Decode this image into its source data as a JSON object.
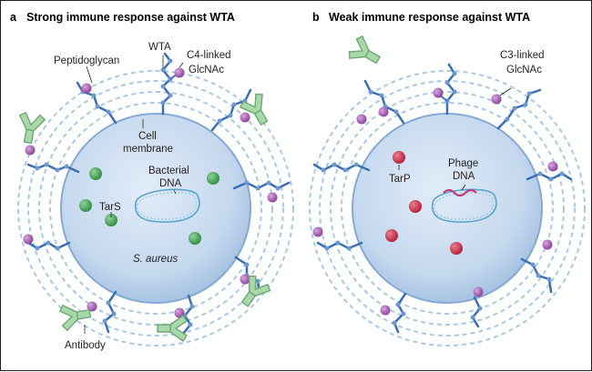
{
  "panel_a": {
    "letter": "a",
    "title": "Strong immune response against WTA",
    "labels": {
      "wta": "WTA",
      "linked_line1": "C4-linked",
      "linked_line2": "GlcNAc",
      "peptidoglycan": "Peptidoglycan",
      "cell_line1": "Cell",
      "cell_line2": "membrane",
      "dna_line1": "Bacterial",
      "dna_line2": "DNA",
      "enzyme": "TarS",
      "species": "S. aureus",
      "antibody": "Antibody"
    }
  },
  "panel_b": {
    "letter": "b",
    "title": "Weak immune response against WTA",
    "labels": {
      "linked_line1": "C3-linked",
      "linked_line2": "GlcNAc",
      "enzyme": "TarP",
      "dna_line1": "Phage",
      "dna_line2": "DNA"
    }
  },
  "colors": {
    "cell_fill": "#bdd3ec",
    "wall_dash": "#9ec0e0",
    "wta_chain": "#3a6fb4",
    "glcnac": "#a05cae",
    "tars_dot": "#3f9a4f",
    "tarp_dot": "#c52c45",
    "antibody": "#8cc38f",
    "phage_dna": "#c1377b"
  }
}
